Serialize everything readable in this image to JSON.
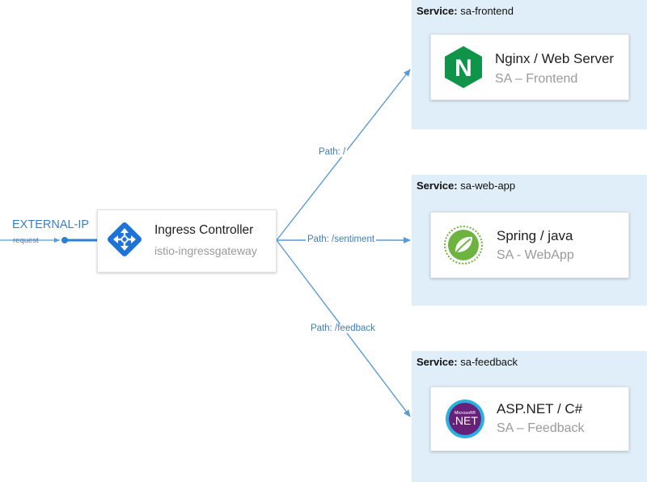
{
  "external": {
    "ip_label": "EXTERNAL-IP",
    "request_label": "request"
  },
  "ingress": {
    "title": "Ingress Controller",
    "subtitle": "istio-ingressgateway",
    "icon": "ingress-gateway-icon"
  },
  "paths": [
    {
      "label": "Path: /"
    },
    {
      "label": "Path: /sentiment"
    },
    {
      "label": "Path: /feedback"
    }
  ],
  "services": [
    {
      "label_prefix": "Service:",
      "name": "sa-frontend",
      "card_title": "Nginx / Web Server",
      "card_subtitle": "SA – Frontend",
      "icon": "nginx-icon",
      "icon_text": "N"
    },
    {
      "label_prefix": "Service:",
      "name": "sa-web-app",
      "card_title": "Spring / java",
      "card_subtitle": "SA - WebApp",
      "icon": "spring-leaf-icon"
    },
    {
      "label_prefix": "Service:",
      "name": "sa-feedback",
      "card_title": "ASP.NET / C#",
      "card_subtitle": "SA – Feedback",
      "icon": "dotnet-icon",
      "icon_small_text": "Microsoft®",
      "icon_text": ".NET"
    }
  ],
  "colors": {
    "region_bg": "#dfeef8",
    "line": "#5b9bd5",
    "accent_text": "#3c7ec6",
    "nginx_green": "#0f9449",
    "spring_green": "#6db33f",
    "dotnet_purple": "#68217a",
    "dotnet_ring": "#2ab1e1",
    "ingress_blue": "#1e73d7"
  }
}
